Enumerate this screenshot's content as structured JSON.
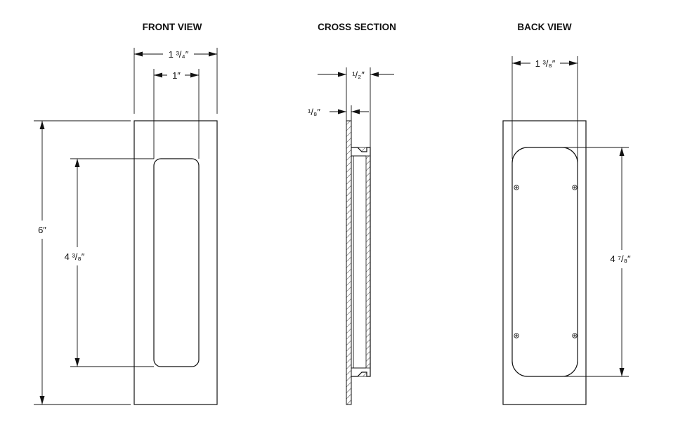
{
  "views": {
    "front": {
      "title": "FRONT VIEW"
    },
    "section": {
      "title": "CROSS SECTION"
    },
    "back": {
      "title": "BACK VIEW"
    }
  },
  "dimensions": {
    "front_width": "1 ³/₄″",
    "front_inner_width": "1″",
    "front_height": "6″",
    "front_inner_height": "4 ³/₈″",
    "section_depth": "¹/₂″",
    "section_plate": "¹/₈″",
    "back_width": "1 ³/₈″",
    "back_height": "4 ⁷/₈″"
  }
}
